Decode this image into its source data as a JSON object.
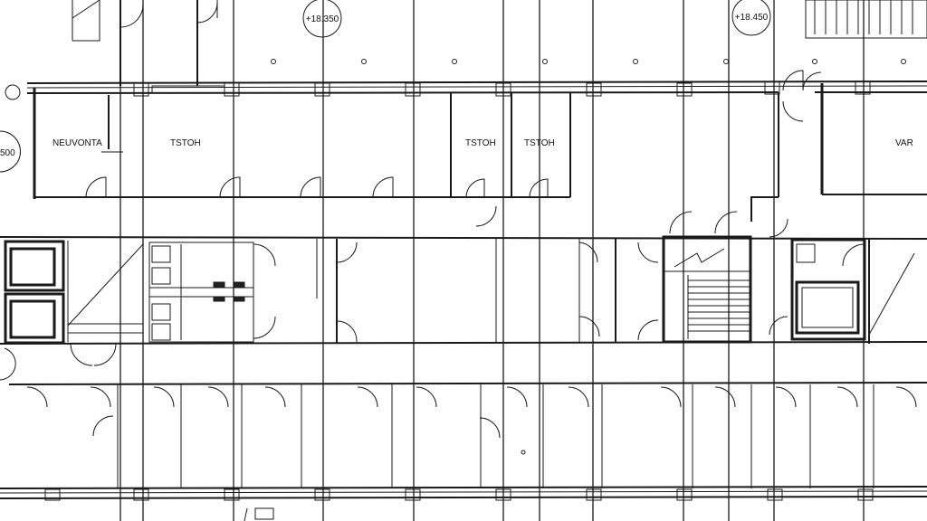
{
  "rooms": [
    {
      "id": "neuvonta",
      "text": "NEUVONTA"
    },
    {
      "id": "tstoh-1",
      "text": "TSTOH"
    },
    {
      "id": "tstoh-2",
      "text": "TSTOH"
    },
    {
      "id": "tstoh-3",
      "text": "TSTOH"
    },
    {
      "id": "var",
      "text": "VAR"
    }
  ],
  "levels": [
    {
      "id": "level-1",
      "text": "+18.350"
    },
    {
      "id": "level-2",
      "text": "+18.450"
    }
  ],
  "edge_marker": {
    "text": "500"
  }
}
